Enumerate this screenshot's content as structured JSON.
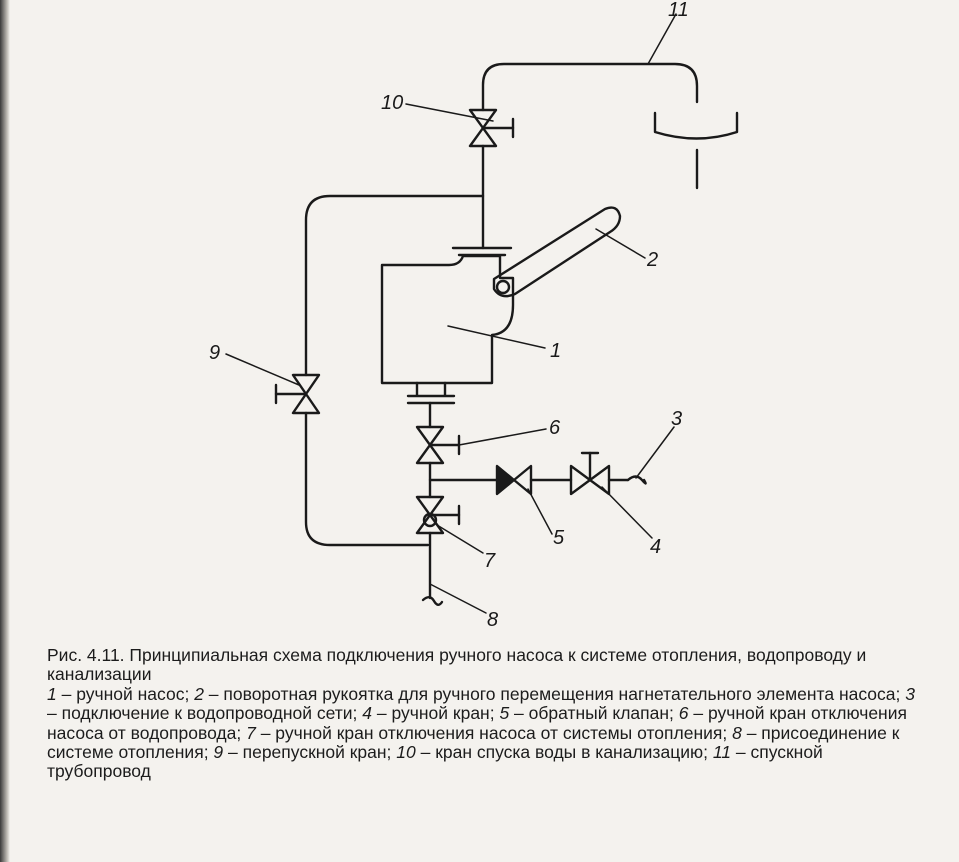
{
  "labels": {
    "n1": "1",
    "n2": "2",
    "n3": "3",
    "n4": "4",
    "n5": "5",
    "n6": "6",
    "n7": "7",
    "n8": "8",
    "n9": "9",
    "n10": "10",
    "n11": "11"
  },
  "caption": {
    "title": "Рис. 4.11. Принципиальная схема подключения ручного насоса к системе отопления, водопроводу и канализации",
    "legend": [
      {
        "num": "1",
        "text": " – ручной насос; "
      },
      {
        "num": "2",
        "text": " – поворотная рукоятка для ручного перемещения нагнетательного элемента насоса; "
      },
      {
        "num": "3",
        "text": " – подключение к водопроводной сети; "
      },
      {
        "num": "4",
        "text": " – ручной кран; "
      },
      {
        "num": "5",
        "text": " – обратный клапан; "
      },
      {
        "num": "6",
        "text": " – ручной кран отключения насоса от водопровода; "
      },
      {
        "num": "7",
        "text": " – ручной кран отключения насоса от системы отопления; "
      },
      {
        "num": "8",
        "text": " – присоединение к системе отопления; "
      },
      {
        "num": "9",
        "text": " – перепускной кран; "
      },
      {
        "num": "10",
        "text": " – кран спуска воды в канализацию; "
      },
      {
        "num": "11",
        "text": " – спускной трубопровод"
      }
    ]
  }
}
